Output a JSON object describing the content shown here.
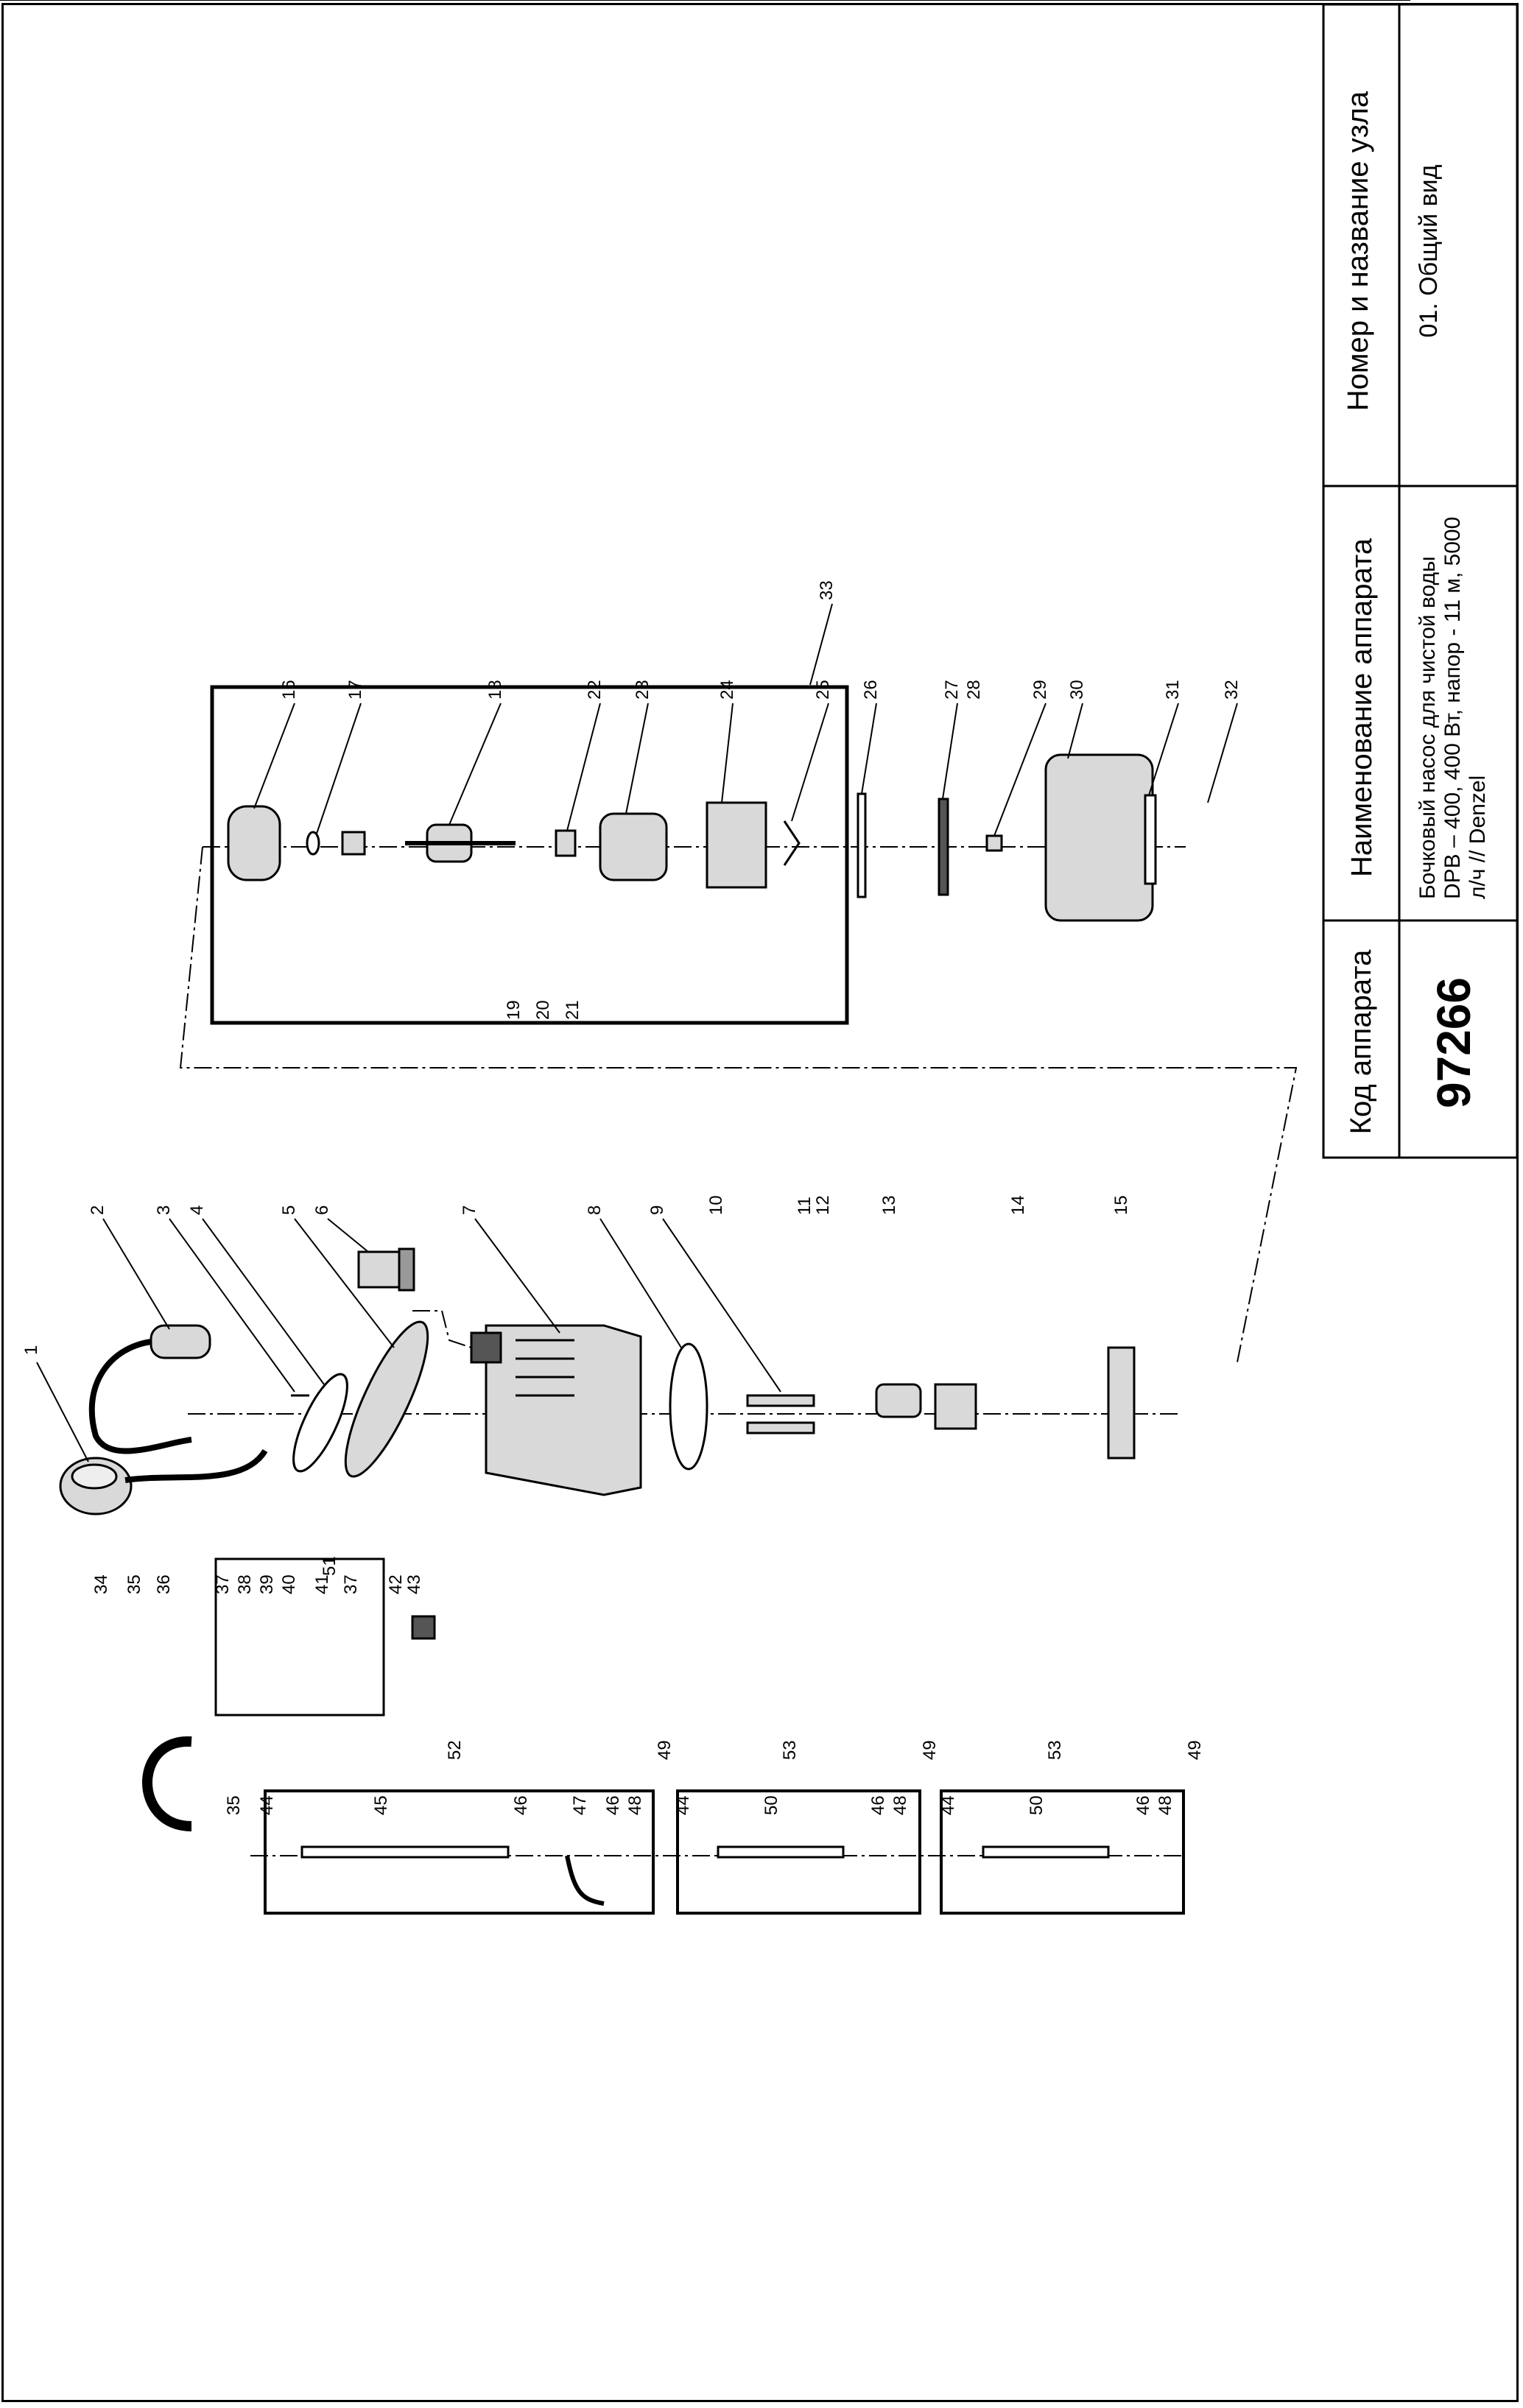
{
  "title_block": {
    "code_header": "Код аппарата",
    "code_value": "97266",
    "name_header": "Наименование аппарата",
    "name_value": "Бочковый насос для чистой воды DPB – 400, 400 Вт, напор - 11 м, 5000 л/ч  // Denzel",
    "node_header": "Номер и название узла",
    "node_value": "01. Общий вид"
  },
  "callouts": [
    "1",
    "2",
    "3",
    "4",
    "5",
    "6",
    "7",
    "8",
    "9",
    "10",
    "11",
    "12",
    "13",
    "14",
    "15",
    "16",
    "17",
    "18",
    "19",
    "20",
    "21",
    "22",
    "23",
    "24",
    "25",
    "26",
    "27",
    "28",
    "29",
    "30",
    "31",
    "32",
    "33",
    "34",
    "35",
    "35",
    "36",
    "37",
    "37",
    "38",
    "39",
    "40",
    "41",
    "42",
    "43",
    "44",
    "44",
    "44",
    "45",
    "46",
    "46",
    "46",
    "46",
    "47",
    "48",
    "48",
    "48",
    "49",
    "49",
    "49",
    "50",
    "50",
    "51",
    "52",
    "53",
    "53"
  ],
  "colors": {
    "line": "#000000",
    "part_fill": "#d9d9d9",
    "part_dark": "#555555"
  }
}
